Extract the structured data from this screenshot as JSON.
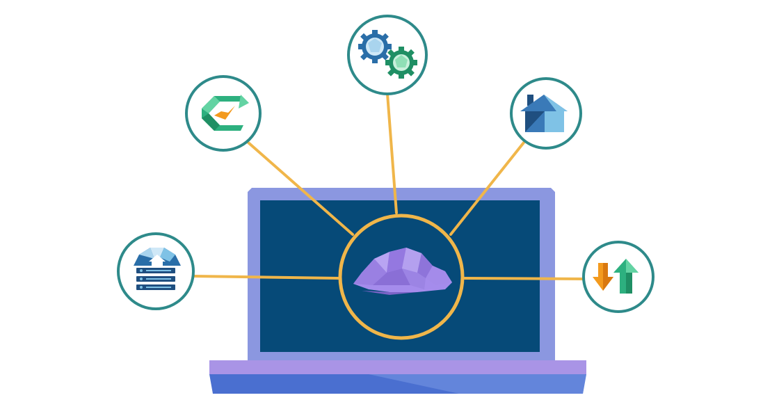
{
  "diagram": {
    "hub": {
      "icon": "cloud-icon"
    },
    "nodes": [
      {
        "id": "backup",
        "icon": "backup-check-icon"
      },
      {
        "id": "automation",
        "icon": "gears-icon"
      },
      {
        "id": "home",
        "icon": "house-icon"
      },
      {
        "id": "storage",
        "icon": "cloud-server-icon"
      },
      {
        "id": "transfer",
        "icon": "upload-download-icon"
      }
    ]
  },
  "colors": {
    "connector": "#f0b64a",
    "node_ring": "#2e8a8a",
    "hub_ring": "#f0b64a",
    "screen": "#064a78",
    "laptop_frame": "#8b97e0",
    "laptop_base": "#a994e6",
    "laptop_base_front": "#4a6fd0",
    "cloud": "#a58cec",
    "icon_green": "#2db07f",
    "icon_blue": "#2a6ea8",
    "icon_orange": "#f39a1e"
  }
}
